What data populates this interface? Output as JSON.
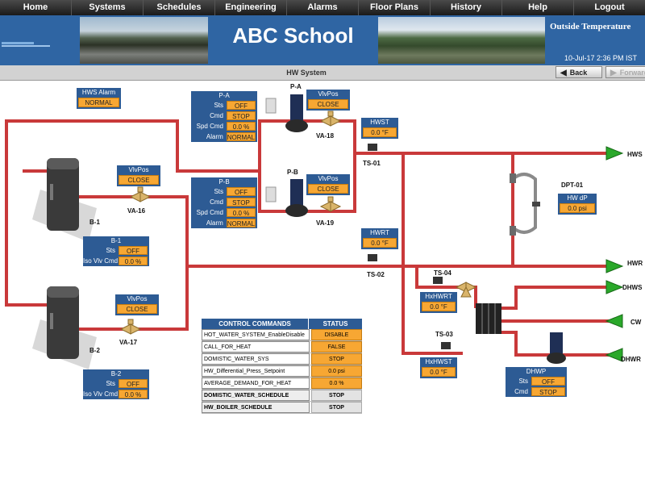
{
  "menu": [
    "Home",
    "Systems",
    "Schedules",
    "Engineering",
    "Alarms",
    "Floor Plans",
    "History",
    "Help",
    "Logout"
  ],
  "header": {
    "title": "ABC School",
    "outside_temp_label": "Outside Temperature",
    "datetime": "10-Jul-17 2:36 PM IST",
    "page_title": "HW System",
    "back_label": "Back",
    "forward_label": "Forward"
  },
  "hws_alarm": {
    "title": "HWS Alarm",
    "value": "NORMAL"
  },
  "pump_a": {
    "title": "P-A",
    "rows": [
      [
        "Sts",
        "OFF"
      ],
      [
        "Cmd",
        "STOP"
      ],
      [
        "Spd Cmd",
        "0.0 %"
      ],
      [
        "Alarm",
        "NORMAL"
      ]
    ],
    "label": "P-A"
  },
  "pump_b": {
    "title": "P-B",
    "rows": [
      [
        "Sts",
        "OFF"
      ],
      [
        "Cmd",
        "STOP"
      ],
      [
        "Spd Cmd",
        "0.0 %"
      ],
      [
        "Alarm",
        "NORMAL"
      ]
    ],
    "label": "P-B"
  },
  "valves": {
    "va18": {
      "title": "VlvPos",
      "value": "CLOSE",
      "label": "VA-18"
    },
    "va19": {
      "title": "VlvPos",
      "value": "CLOSE",
      "label": "VA-19"
    },
    "va16": {
      "title": "VlvPos",
      "value": "CLOSE",
      "label": "VA-16"
    },
    "va17": {
      "title": "VlvPos",
      "value": "CLOSE",
      "label": "VA-17"
    }
  },
  "boiler1": {
    "title": "B-1",
    "label": "B-1",
    "rows": [
      [
        "Sts",
        "OFF"
      ],
      [
        "Iso Vlv Cmd",
        "0.0 %"
      ]
    ]
  },
  "boiler2": {
    "title": "B-2",
    "label": "B-2",
    "rows": [
      [
        "Sts",
        "OFF"
      ],
      [
        "Iso Vlv Cmd",
        "0.0 %"
      ]
    ]
  },
  "sensors": {
    "hwst": {
      "title": "HWST",
      "value": "0.0 °F",
      "label": "TS-01"
    },
    "hwrt": {
      "title": "HWRT",
      "value": "0.0 °F",
      "label": "TS-02"
    },
    "hxhwrt": {
      "title": "HxHWRT",
      "value": "0.0 °F",
      "label": "TS-04"
    },
    "hxhwst": {
      "title": "HxHWST",
      "value": "0.0 °F",
      "label": "TS-03"
    }
  },
  "dpt": {
    "label": "DPT-01",
    "title": "HW dP",
    "value": "0.0 psi"
  },
  "dhwp": {
    "title": "DHWP",
    "rows": [
      [
        "Sts",
        "OFF"
      ],
      [
        "Cmd",
        "STOP"
      ]
    ]
  },
  "pipe_labels": {
    "hws": "HWS",
    "hwr": "HWR",
    "dhws": "DHWS",
    "cw": "CW",
    "dhwr": "DHWR"
  },
  "control": {
    "title": "CONTROL COMMANDS",
    "status_header": "STATUS",
    "rows": [
      {
        "name": "HOT_WATER_SYSTEM_EnableDisable",
        "status": "DISABLE"
      },
      {
        "name": "CALL_FOR_HEAT",
        "status": "FALSE"
      },
      {
        "name": "DOMISTIC_WATER_SYS",
        "status": "STOP"
      },
      {
        "name": "HW_Differential_Press_Setpoint",
        "status": "0.0 psi"
      },
      {
        "name": "AVERAGE_DEMAND_FOR_HEAT",
        "status": "0.0 %"
      },
      {
        "name": "DOMISTIC_WATER_SCHEDULE",
        "status": "STOP"
      },
      {
        "name": "HW_BOILER_SCHEDULE",
        "status": "STOP"
      }
    ]
  },
  "colors": {
    "header_blue": "#2f65a3",
    "pipe_red": "#d43a3a",
    "arrow_green": "#2aa82a",
    "value_orange": "#f7a733",
    "panel_blue": "#2d5b94"
  }
}
